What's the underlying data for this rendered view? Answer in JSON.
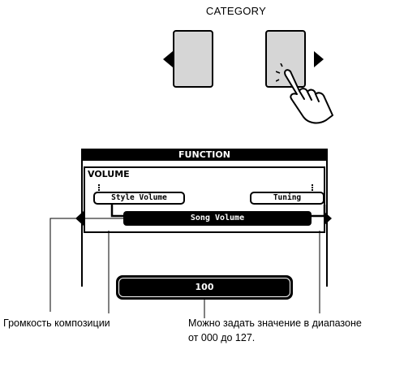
{
  "category": {
    "label": "CATEGORY"
  },
  "display": {
    "function_title": "FUNCTION",
    "menu_title": "VOLUME",
    "prev_item": "Style Volume",
    "next_item": "Tuning",
    "current_item": "Song Volume",
    "value": "100"
  },
  "callouts": {
    "left": "Громкость композиции",
    "right_line1": "Можно задать значение в диапазоне",
    "right_line2": "от 000 до 127."
  }
}
